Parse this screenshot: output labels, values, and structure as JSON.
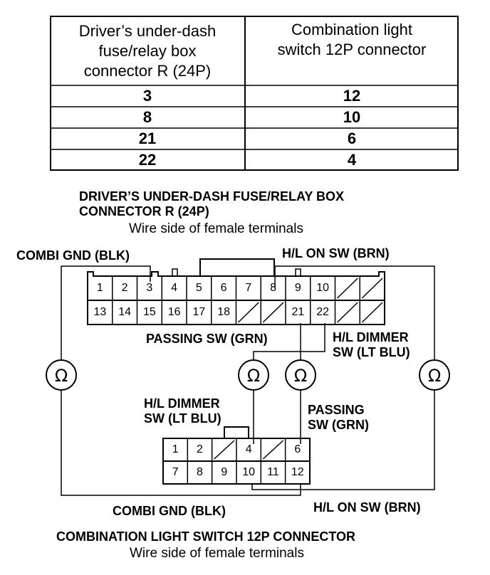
{
  "table": {
    "headers": [
      "Driver’s under-dash\nfuse/relay box\nconnector R (24P)",
      "Combination light\nswitch 12P connector"
    ],
    "rows": [
      [
        "3",
        "12"
      ],
      [
        "8",
        "10"
      ],
      [
        "21",
        "6"
      ],
      [
        "22",
        "4"
      ]
    ]
  },
  "fuse_box_connector": {
    "title_line1": "DRIVER’S UNDER-DASH FUSE/RELAY BOX",
    "title_line2": "CONNECTOR R (24P)",
    "subtitle": "Wire side of female terminals",
    "row1_pins": [
      "1",
      "2",
      "3",
      "4",
      "5",
      "6",
      "7",
      "8",
      "9",
      "10",
      "",
      ""
    ],
    "row2_pins": [
      "13",
      "14",
      "15",
      "16",
      "17",
      "18",
      "",
      "",
      "21",
      "22",
      "",
      ""
    ]
  },
  "labels": {
    "combi_gnd_top": "COMBI GND (BLK)",
    "hl_on_sw_top": "H/L ON SW (BRN)",
    "passing_sw_top": "PASSING SW (GRN)",
    "hl_dimmer_right_1": "H/L DIMMER",
    "hl_dimmer_right_2": "SW (LT BLU)",
    "hl_dimmer_left_1": "H/L DIMMER",
    "hl_dimmer_left_2": "SW (LT BLU)",
    "passing_sw_bottom_1": "PASSING",
    "passing_sw_bottom_2": "SW (GRN)",
    "combi_gnd_bottom": "COMBI GND (BLK)",
    "hl_on_sw_bottom": "H/L ON SW (BRN)",
    "ohm_symbol": "Ω"
  },
  "switch_connector": {
    "title": "COMBINATION LIGHT SWITCH 12P CONNECTOR",
    "subtitle": "Wire side of female terminals",
    "row1_pins": [
      "1",
      "2",
      "",
      "4",
      "",
      "6"
    ],
    "row2_pins": [
      "7",
      "8",
      "9",
      "10",
      "11",
      "12"
    ]
  }
}
